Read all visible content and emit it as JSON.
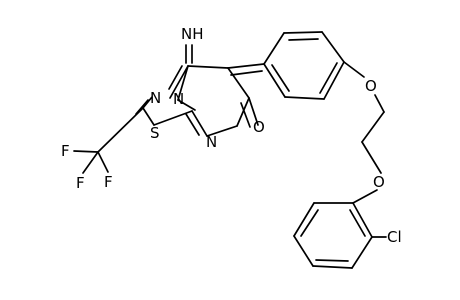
{
  "atoms": {
    "imine": "NH",
    "n_thiadiazole_top": "N",
    "n_bridge": "N",
    "s_ring": "S",
    "n_pyrimidine": "N",
    "o_carbonyl": "O",
    "o_ether_aryl": "O",
    "o_ether_chlorophenyl": "O",
    "cl": "Cl",
    "f1": "F",
    "f2": "F",
    "f3": "F"
  }
}
